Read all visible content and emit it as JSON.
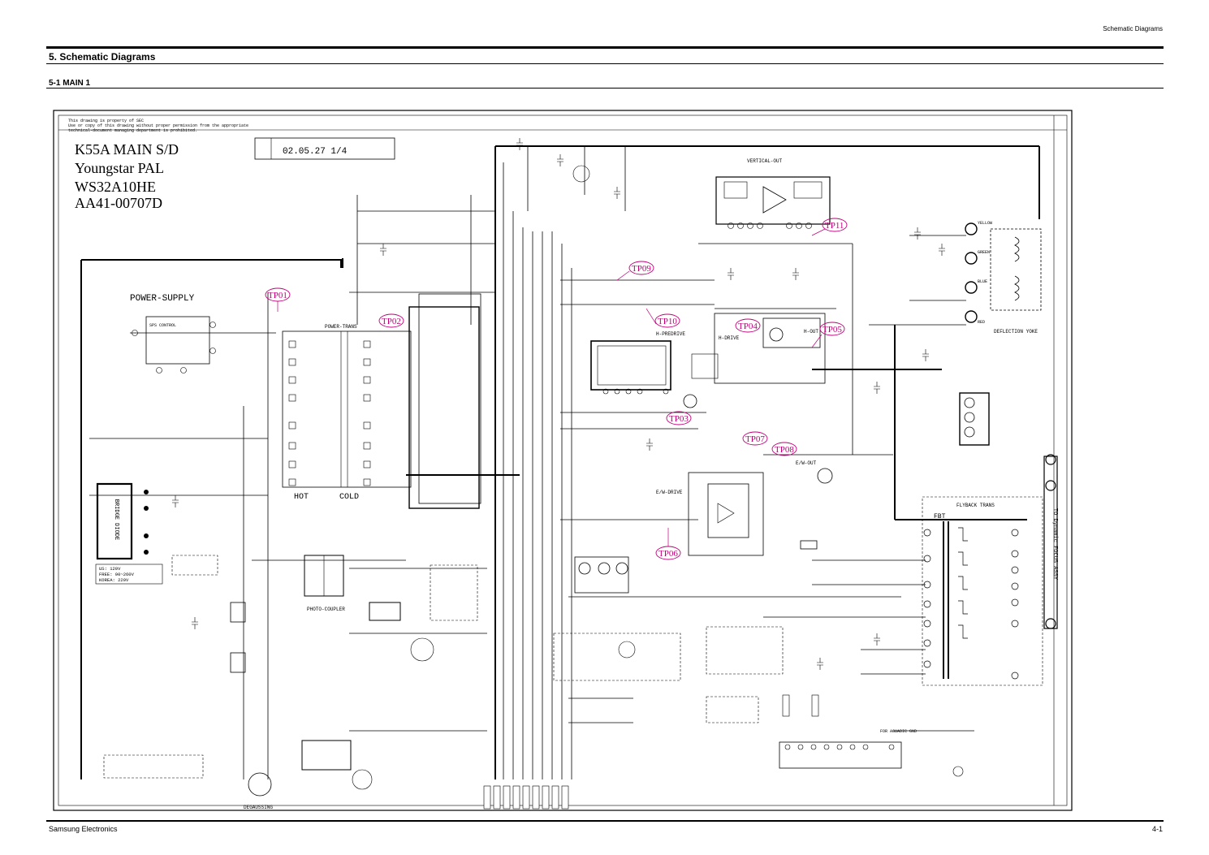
{
  "header": {
    "top_right": "Schematic Diagrams",
    "section": "5. Schematic Diagrams",
    "subsection": "5-1 MAIN 1"
  },
  "footer": {
    "left": "Samsung Electronics",
    "right": "4-1"
  },
  "schematic": {
    "copyright_lines": [
      "This drawing is property of SEC",
      "Use or copy of this drawing without proper permission from the appropriate",
      "technical-document managing department is prohibited."
    ],
    "title_lines": [
      "K55A MAIN S/D",
      "Youngstar PAL",
      "WS32A10HE",
      "AA41-00707D"
    ],
    "date_box": "02.05.27  1/4",
    "block_labels": {
      "power_supply": "POWER-SUPPLY",
      "vertical_out": "VERTICAL-OUT",
      "h_predrive": "H-PREDRIVE",
      "h_drive": "H-DRIVE",
      "h_out": "H-OUT",
      "deflection_yoke": "DEFLECTION YOKE",
      "flyback_trans": "FLYBACK TRANS",
      "fbt": "FBT",
      "hot": "HOT",
      "cold": "COLD",
      "photo_coupler": "PHOTO-COUPLER",
      "bridge_diode": "BRIDGE DIODE",
      "degaussing": "DEGAUSSING",
      "ew_drive": "E/W-DRIVE",
      "ew_out": "E/W-OUT",
      "to_dynamic_focus": "TO Dynamic FOCUS ASSY",
      "power_trans": "POWER-TRANS",
      "sps_control": "SPS CONTROL",
      "voltage_note": [
        "US: 120V",
        "FREE: 90~260V",
        "KOREA: 220V"
      ],
      "yoke_colors": [
        "YELLOW",
        "GREEN",
        "BLUE",
        "RED"
      ]
    },
    "test_points": [
      "TP01",
      "TP02",
      "TP03",
      "TP04",
      "TP05",
      "TP06",
      "TP07",
      "TP08",
      "TP09",
      "TP10",
      "TP11"
    ]
  }
}
